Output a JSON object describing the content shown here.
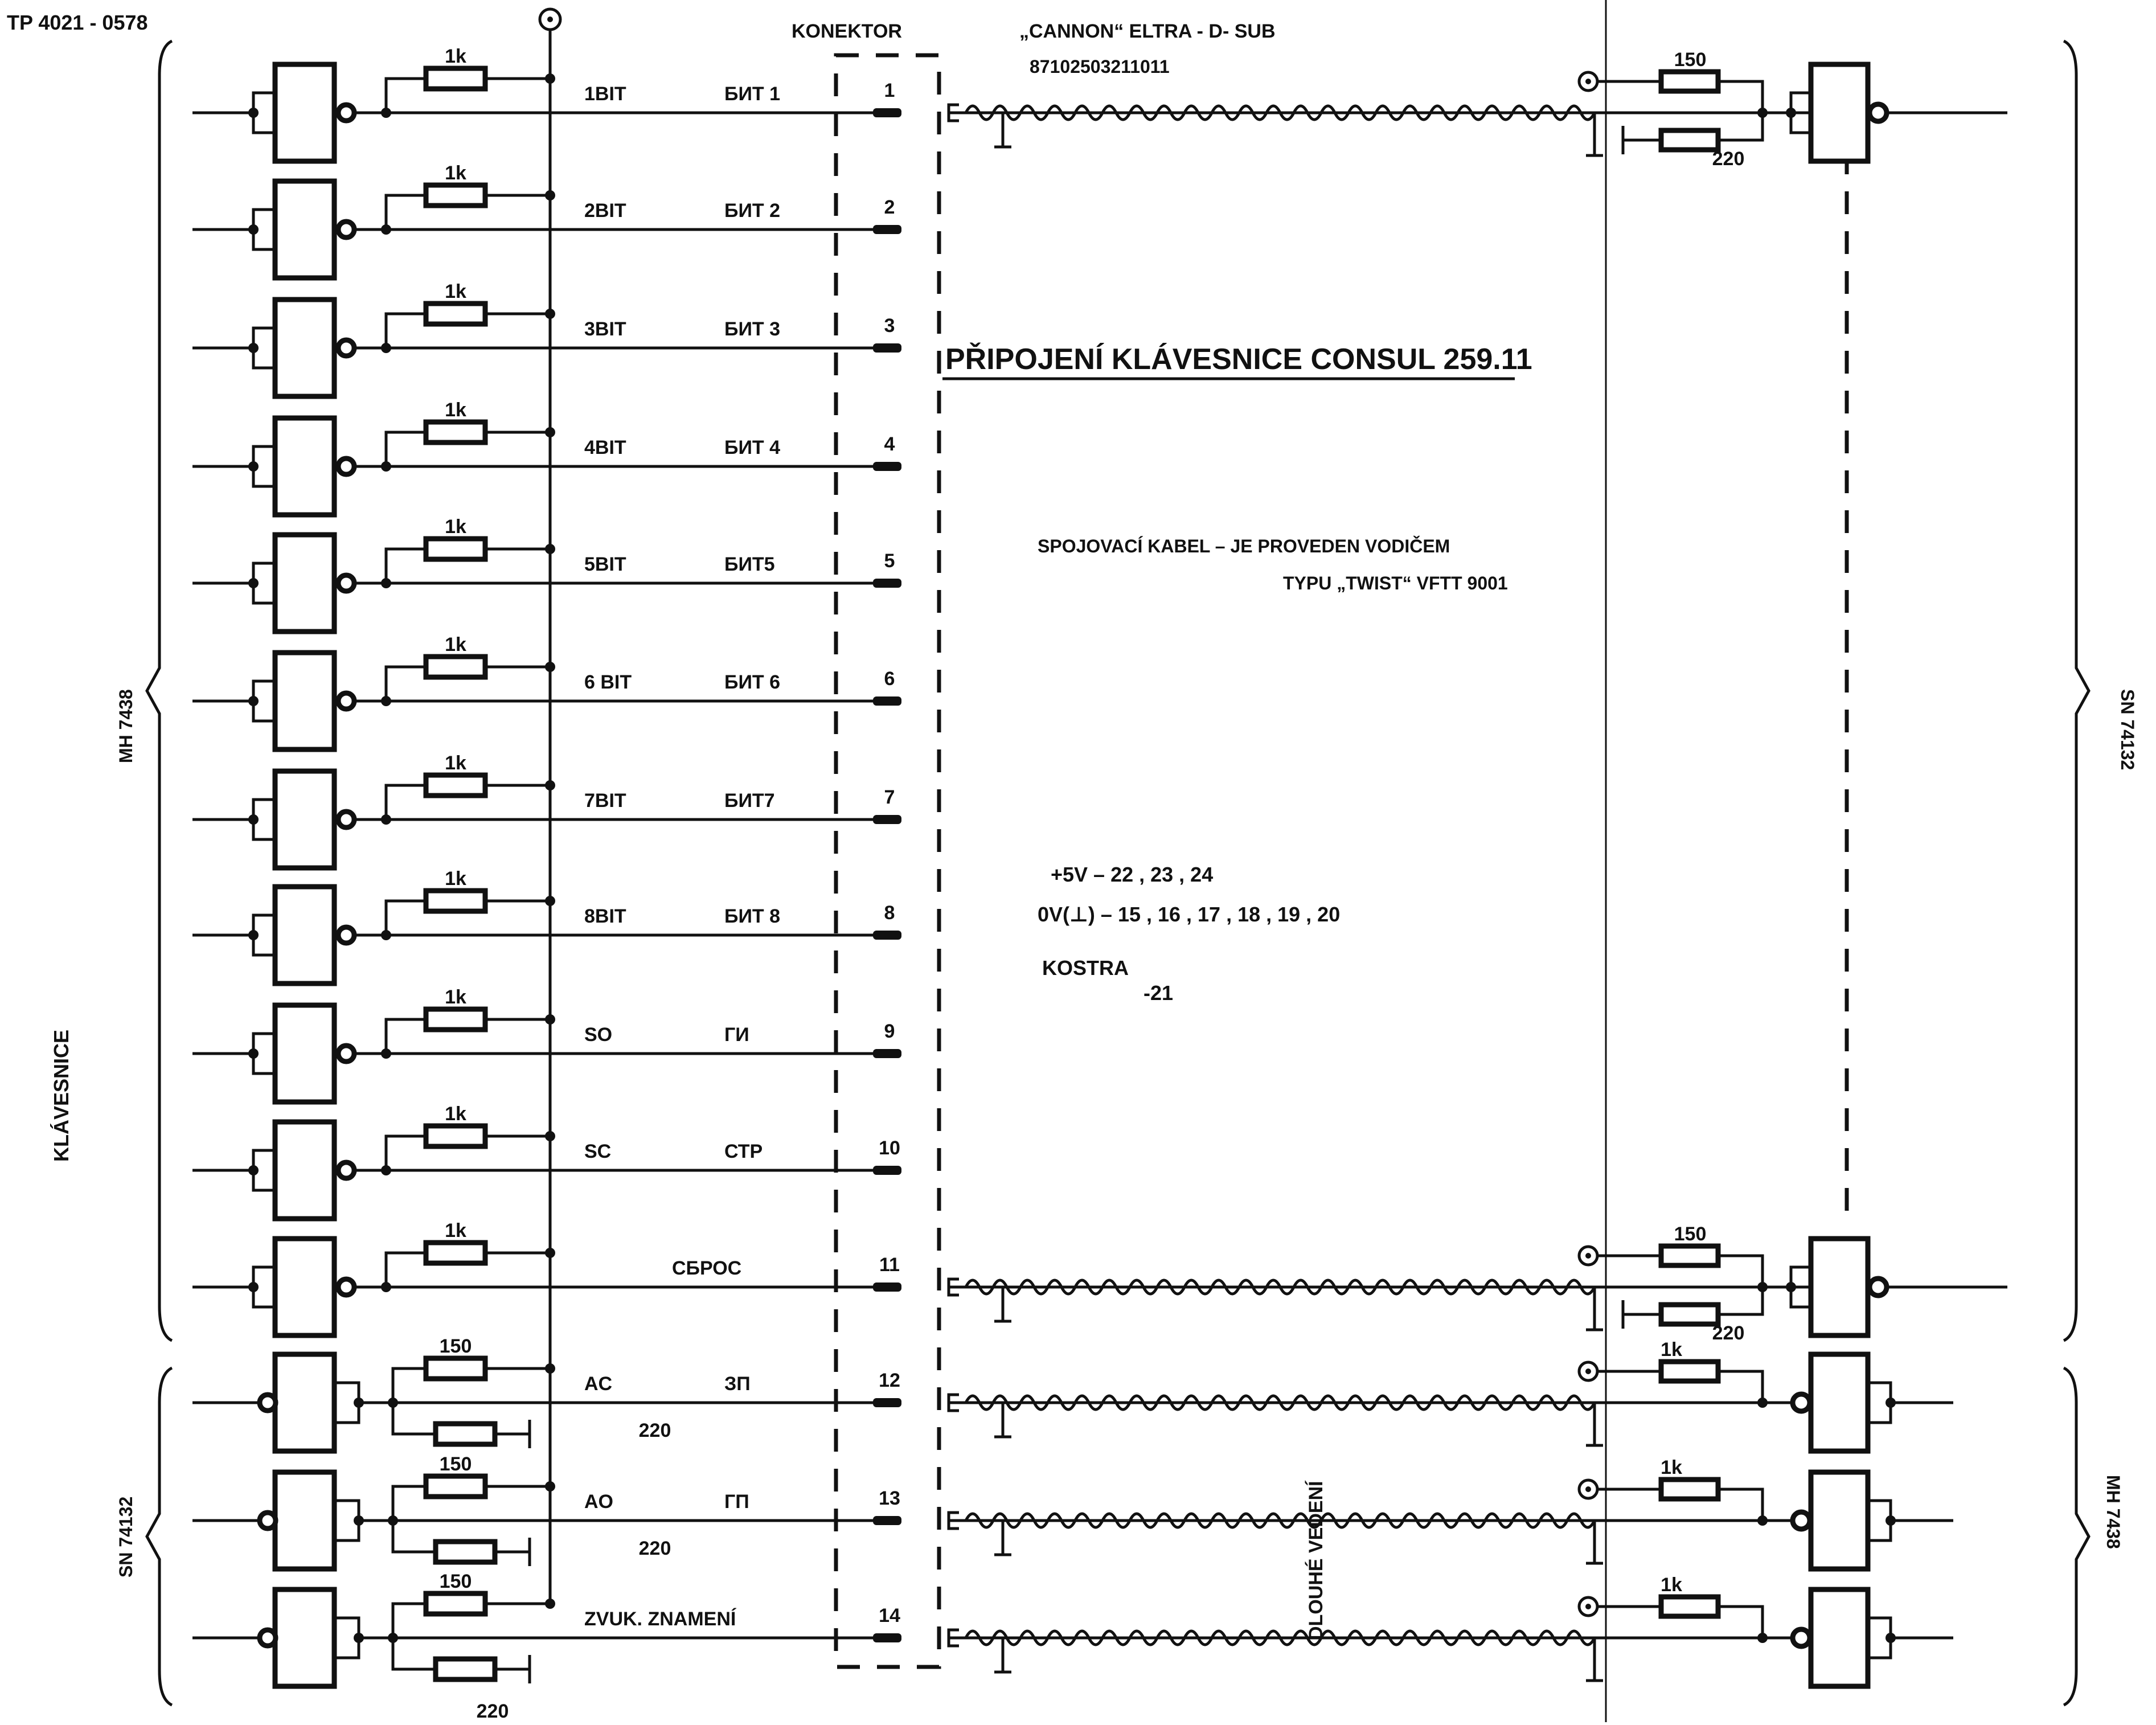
{
  "drawing_number": "TP 4021 - 0578",
  "connector_label": "KONEKTOR",
  "connector_type": "„CANNON“ ELTRA - D- SUB",
  "connector_part_no": "87102503211011",
  "title": "PŘIPOJENÍ  KLÁVESNICE  CONSUL  259.11",
  "cable_note_line1": "SPOJOVACÍ  KABEL  –  JE  PROVEDEN  VODIČEM",
  "cable_note_line2": "TYPU  „TWIST“  VFTT 9001",
  "power_pins": "+5V  –  22 , 23 , 24",
  "ground_pins": "0V(⊥)  –  15 , 16 , 17 , 18 , 19 , 20",
  "chassis_label": "KOSTRA",
  "chassis_pin": "-21",
  "keyboard_label": "KLÁVESNICE",
  "left_ic_group1": "MH 7438",
  "left_ic_group2": "SN 74132",
  "right_ic_group1": "SN 74132",
  "right_ic_group2": "MH 7438",
  "long_line_label": "DLOUHÉ  VEDENÍ",
  "rows": [
    {
      "pin": "1",
      "label": "1BIT",
      "cyr": "БИТ 1",
      "r1": "1k"
    },
    {
      "pin": "2",
      "label": "2BIT",
      "cyr": "БИТ 2",
      "r1": "1k"
    },
    {
      "pin": "3",
      "label": "3BIT",
      "cyr": "БИТ 3",
      "r1": "1k"
    },
    {
      "pin": "4",
      "label": "4BIT",
      "cyr": "БИТ 4",
      "r1": "1k"
    },
    {
      "pin": "5",
      "label": "5BIT",
      "cyr": "БИТ5",
      "r1": "1k"
    },
    {
      "pin": "6",
      "label": "6 BIT",
      "cyr": "БИТ 6",
      "r1": "1k"
    },
    {
      "pin": "7",
      "label": "7BIT",
      "cyr": "БИТ7",
      "r1": "1k"
    },
    {
      "pin": "8",
      "label": "8BIT",
      "cyr": "БИТ 8",
      "r1": "1k"
    },
    {
      "pin": "9",
      "label": "SO",
      "cyr": "ГИ",
      "r1": "1k"
    },
    {
      "pin": "10",
      "label": "SC",
      "cyr": "СТР",
      "r1": "1k"
    },
    {
      "pin": "11",
      "label": "",
      "cyr": "СБРОС",
      "r1": "1k"
    },
    {
      "pin": "12",
      "label": "AC",
      "cyr": "ЗП",
      "r1": "150",
      "r2": "220"
    },
    {
      "pin": "13",
      "label": "AO",
      "cyr": "ГП",
      "r1": "150",
      "r2": "220"
    },
    {
      "pin": "14",
      "label": "ZVUK. ZNAMENÍ",
      "cyr": "",
      "r1": "150",
      "r2": "220"
    }
  ],
  "receivers": [
    {
      "row": 0,
      "r1": "150",
      "r2": "220"
    },
    {
      "row": 10,
      "r1": "150",
      "r2": "220"
    },
    {
      "row": 11,
      "r1": "1k"
    },
    {
      "row": 12,
      "r1": "1k"
    },
    {
      "row": 13,
      "r1": "1k"
    }
  ]
}
